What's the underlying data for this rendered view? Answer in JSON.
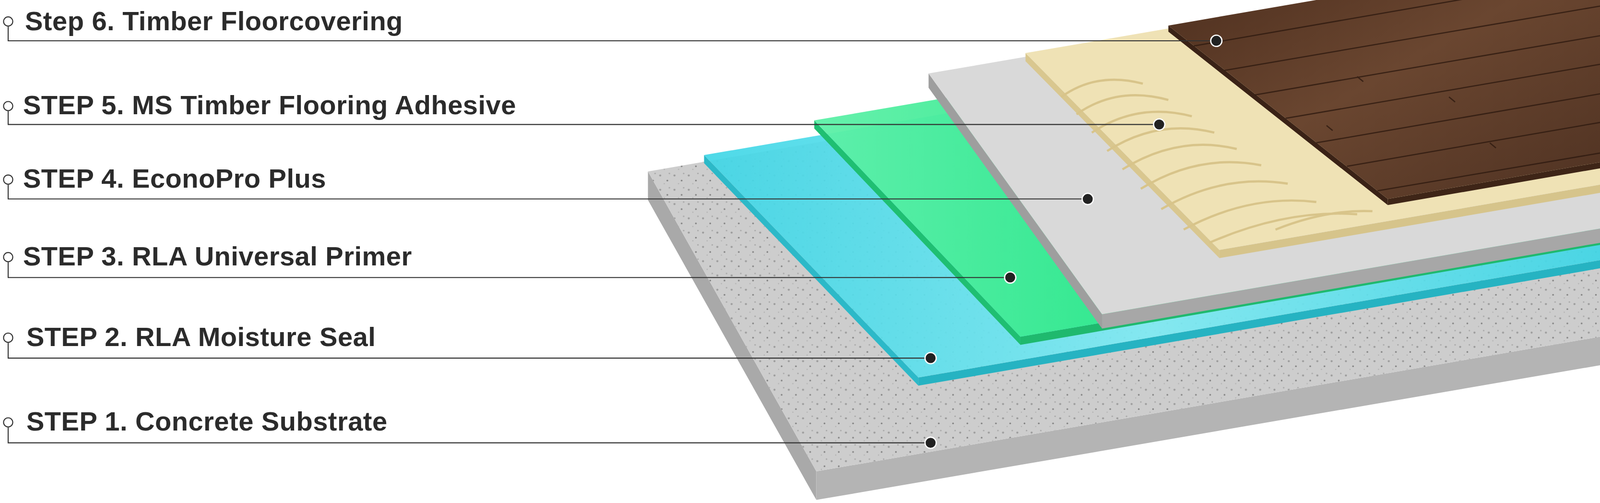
{
  "diagram": {
    "labels": [
      "Step 6. Timber Floorcovering",
      "STEP 5. MS Timber Flooring Adhesive",
      "STEP 4. EconoPro Plus",
      "STEP 3. RLA Universal Primer",
      "STEP 2. RLA Moisture Seal",
      "STEP 1. Concrete Substrate"
    ]
  }
}
